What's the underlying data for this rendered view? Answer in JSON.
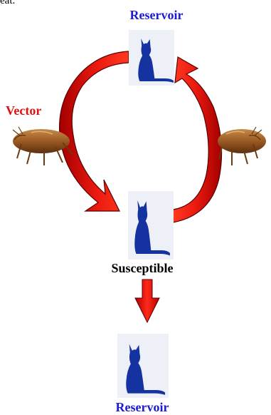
{
  "top_fragment": "eat.",
  "labels": {
    "reservoir_top": "Reservoir",
    "vector": "Vector",
    "susceptible": "Susceptible",
    "reservoir_bottom": "Reservoir"
  },
  "colors": {
    "reservoir_text": "#1a1ad8",
    "vector_text": "#e01010",
    "arrow_fill": "#e8140f",
    "arrow_dark": "#8a0000",
    "cat": "#1433a0",
    "cat_box": "#eef0f8"
  },
  "icons": [
    "cat-icon",
    "flea-icon",
    "curved-arrow-icon",
    "down-arrow-icon"
  ]
}
